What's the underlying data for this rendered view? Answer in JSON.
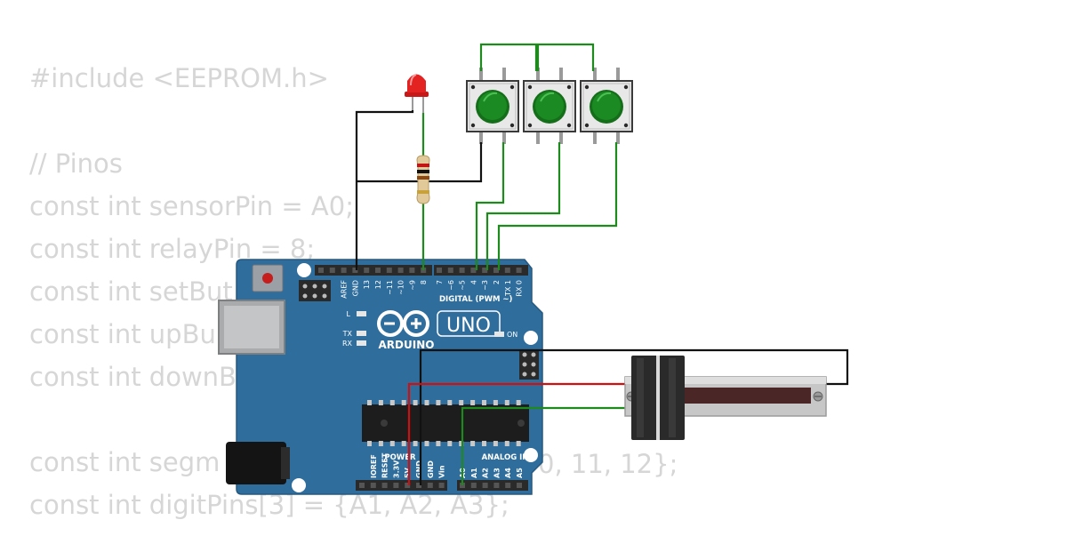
{
  "code_lines": [
    "#include <EEPROM.h>",
    "",
    "// Pinos",
    "const int sensorPin = A0;",
    "const int relayPin = 8;",
    "const int setBut",
    "const int upBu",
    "const int downB",
    "",
    "const int segm",
    "const int digitPins[3] = {A1, A2, A3};"
  ],
  "code_fragment": "0, 11, 12};",
  "board": {
    "uno_label": "UNO",
    "brand": "ARDUINO",
    "digital_header": "DIGITAL (PWM ~)",
    "digital_pins": [
      "AREF",
      "GND",
      "13",
      "12",
      "~11",
      "~10",
      "~9",
      "8",
      "7",
      "~6",
      "~5",
      "4",
      "~3",
      "2",
      "TX 1",
      "RX 0"
    ],
    "led_labels": [
      "L",
      "TX",
      "RX"
    ],
    "on_label": "ON",
    "power_header": "POWER",
    "power_pins": [
      "IOREF",
      "RESET",
      "3.3V",
      "5V",
      "GND",
      "GND",
      "Vin"
    ],
    "analog_header": "ANALOG IN",
    "analog_pins": [
      "A0",
      "A1",
      "A2",
      "A3",
      "A4",
      "A5"
    ]
  },
  "colors": {
    "board": "#2f6d9c",
    "wire_green": "#1e8a1e",
    "wire_black": "#111111",
    "wire_red": "#d01010",
    "led": "#e01f1f",
    "button_cap": "#1b8a22",
    "code_text": "#d6d6d6"
  }
}
